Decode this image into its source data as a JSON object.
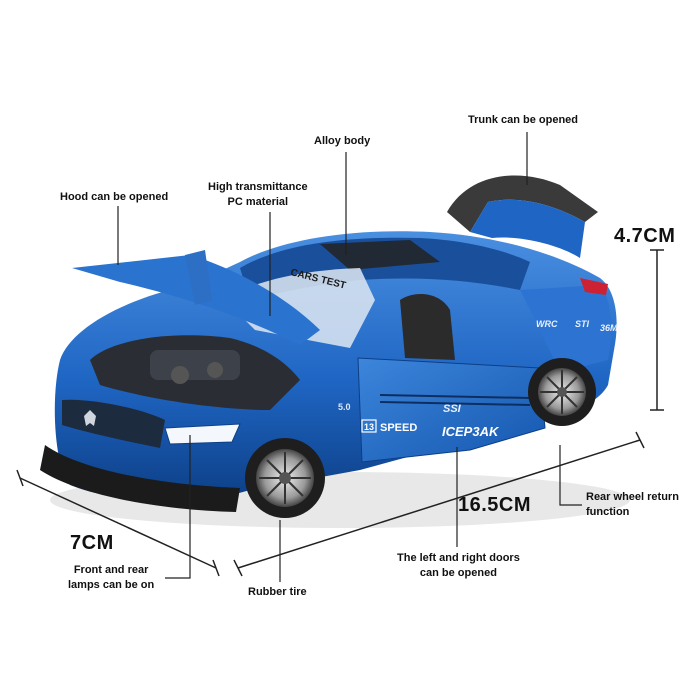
{
  "callouts": {
    "trunk": "Trunk can be opened",
    "alloy": "Alloy body",
    "hood": "Hood can be opened",
    "glass_line1": "High transmittance",
    "glass_line2": "PC material",
    "rear_wheel_line1": "Rear wheel return",
    "rear_wheel_line2": "function",
    "doors_line1": "The left and right doors",
    "doors_line2": "can be opened",
    "lamps_line1": "Front and rear",
    "lamps_line2": "lamps can be on",
    "tire": "Rubber tire"
  },
  "dimensions": {
    "height": "4.7CM",
    "length": "16.5CM",
    "width": "7CM"
  },
  "decals": {
    "windshield": "CARS TEST",
    "door_badge_number": "13",
    "door_badge_text": "SPEED",
    "door_script": "ICEP3AK",
    "door_small": "SSI",
    "fender_badge": "5.0",
    "rear_left": "WRC",
    "rear_mid": "STI",
    "rear_right": "36M"
  },
  "colors": {
    "body_blue": "#1f66c4",
    "body_light": "#4a8fe0",
    "body_dark": "#0d3f86",
    "tire": "#1e1e1e",
    "engine": "#2a2d33"
  }
}
